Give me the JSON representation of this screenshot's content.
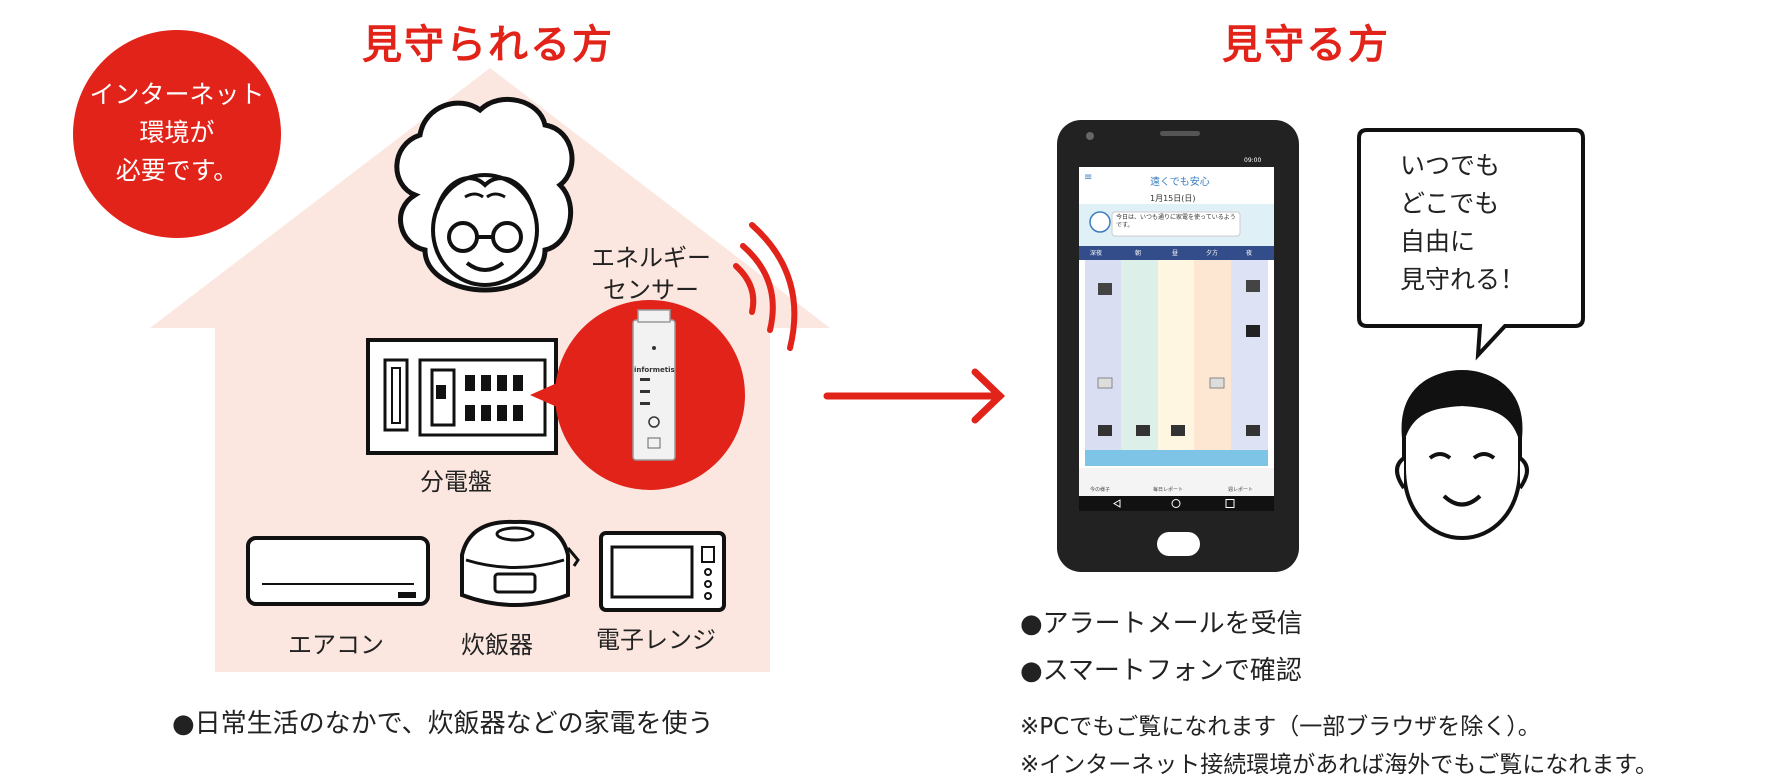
{
  "left": {
    "title": "見守られる方",
    "badge": {
      "line1": "インターネット",
      "line2": "環境が",
      "line3": "必要です。"
    },
    "sensor_label": {
      "line1": "エネルギー",
      "line2": "センサー"
    },
    "sensor_brand": "informetis",
    "panel_label": "分電盤",
    "appliances": [
      "エアコン",
      "炊飯器",
      "電子レンジ"
    ],
    "caption": "●日常生活のなかで、炊飯器などの家電を使う"
  },
  "right": {
    "title": "見守る方",
    "app": {
      "status_time": "09:00",
      "header": "遠くでも安心",
      "date": "1月15日(日)",
      "message": "今日は、いつも通りに家電を使っているようです。",
      "periods": [
        "深夜",
        "朝",
        "昼",
        "夕方",
        "夜"
      ],
      "tabs": [
        "今の様子",
        "毎日レポート",
        "週レポート"
      ]
    },
    "speech": {
      "line1": "いつでも",
      "line2": "どこでも",
      "line3": "自由に",
      "line4": "見守れる！"
    },
    "bullets": [
      "●アラートメールを受信",
      "●スマートフォンで確認"
    ],
    "notes": [
      "※PCでもご覧になれます（一部ブラウザを除く）。",
      "※インターネット接続環境があれば海外でもご覧になれます。"
    ]
  },
  "colors": {
    "accent": "#e2231a",
    "house": "#fbe7df",
    "ink": "#1a1a1a"
  }
}
